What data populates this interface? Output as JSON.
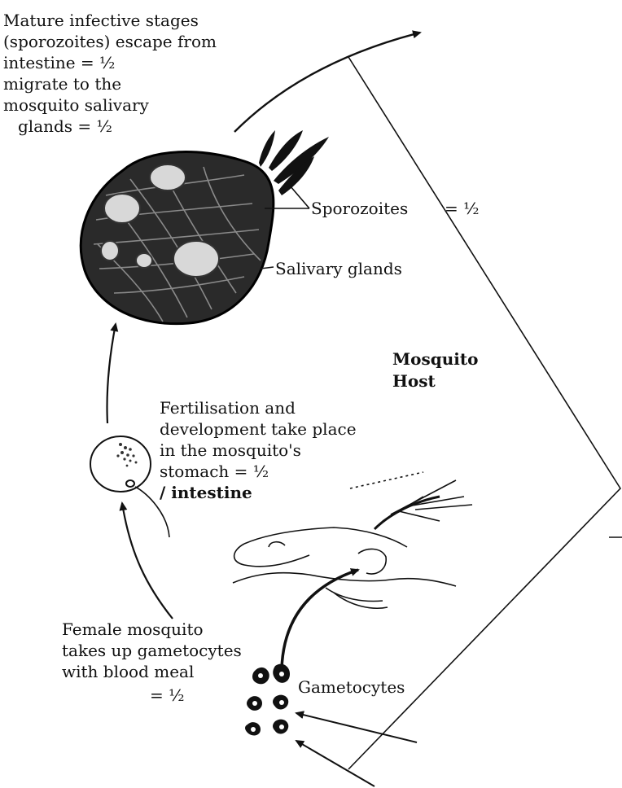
{
  "labels": {
    "sporozoites_escape": [
      "Mature infective stages",
      "(sporozoites) escape from",
      "intestine     = ½",
      "migrate to the",
      "mosquito salivary",
      "glands  = ½"
    ],
    "sporozoites": "Sporozoites",
    "sporozoites_mark": "= ½",
    "salivary_glands": "Salivary glands",
    "host": [
      "Mosquito",
      "Host"
    ],
    "fertilisation": [
      "Fertilisation and",
      "development take place",
      "in the mosquito's",
      "stomach  = ½",
      "/ intestine"
    ],
    "female_mosquito": [
      "Female mosquito",
      "takes up gametocytes",
      "with blood meal"
    ],
    "female_mosquito_mark": "= ½",
    "gametocytes": "Gametocytes"
  },
  "colors": {
    "ink": "#111111",
    "paper": "#ffffff",
    "gland_fill": "#2a2a2a",
    "nucleus": "#d8d8d8"
  }
}
